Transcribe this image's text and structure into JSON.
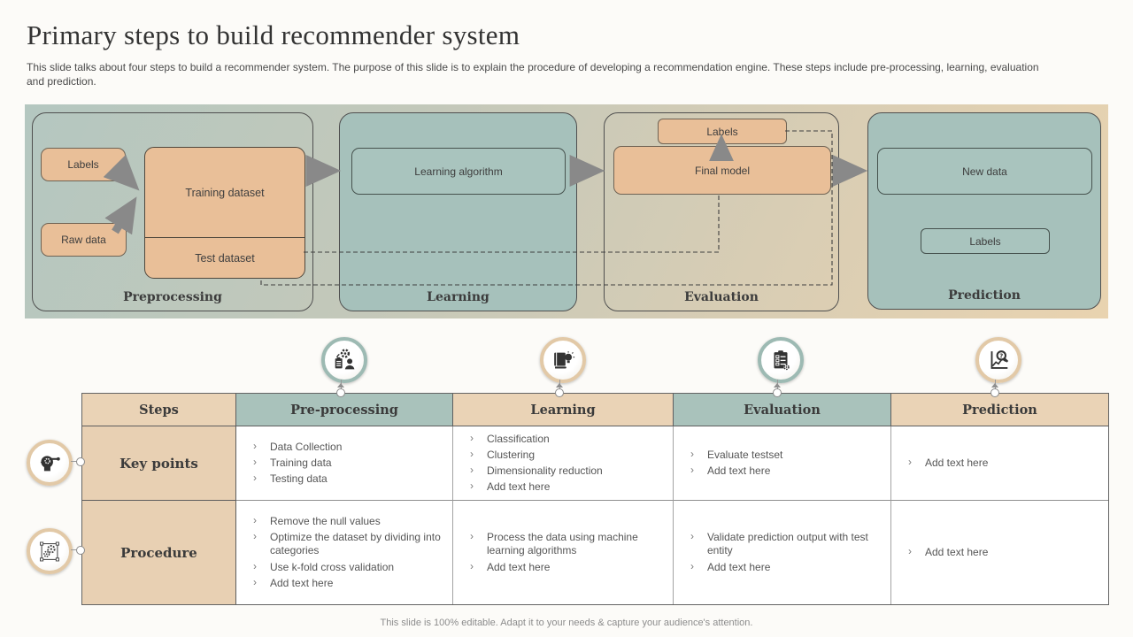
{
  "page": {
    "title": "Primary steps to build recommender system",
    "description": "This slide talks about four steps to build a recommender system. The purpose of this slide is to explain the procedure of developing a recommendation engine. These steps include pre-processing, learning, evaluation and prediction.",
    "footer": "This slide is 100% editable. Adapt it to your needs & capture your audience's attention."
  },
  "colors": {
    "box_tan": "#e9bf98",
    "panel_teal": "#a6c1bb",
    "header_tan": "#ead3b6",
    "header_teal": "#a9c2bb",
    "arrow_gray": "#898989",
    "strip_gradient_start": "#b4c7c0",
    "strip_gradient_end": "#e9d3b0"
  },
  "diagram": {
    "preprocessing": {
      "caption": "Preprocessing",
      "labels_box": "Labels",
      "raw_data_box": "Raw data",
      "training_box": "Training dataset",
      "test_box": "Test dataset"
    },
    "learning": {
      "caption": "Learning",
      "algorithm_box": "Learning algorithm"
    },
    "evaluation": {
      "caption": "Evaluation",
      "labels_box": "Labels",
      "final_model_box": "Final model"
    },
    "prediction": {
      "caption": "Prediction",
      "new_data_box": "New data",
      "labels_box": "Labels"
    },
    "step_icons": [
      "data-processing-icon",
      "learning-book-icon",
      "evaluation-checklist-icon",
      "prediction-analysis-icon"
    ]
  },
  "table": {
    "headers": [
      "Steps",
      "Pre-processing",
      "Learning",
      "Evaluation",
      "Prediction"
    ],
    "row_icons": [
      "key-points-head-gear-icon",
      "procedure-gears-icon"
    ],
    "rows": [
      {
        "label": "Key points",
        "cells": [
          [
            "Data Collection",
            "Training data",
            "Testing data"
          ],
          [
            "Classification",
            "Clustering",
            "Dimensionality reduction",
            "Add text here"
          ],
          [
            "Evaluate testset",
            "Add text here"
          ],
          [
            "Add text here"
          ]
        ]
      },
      {
        "label": "Procedure",
        "cells": [
          [
            "Remove the null values",
            "Optimize the dataset by dividing into categories",
            "Use k-fold cross validation",
            "Add text here"
          ],
          [
            "Process the data using machine learning algorithms",
            "Add text here"
          ],
          [
            "Validate prediction output with test entity",
            "Add text here"
          ],
          [
            "Add text here"
          ]
        ]
      }
    ]
  }
}
